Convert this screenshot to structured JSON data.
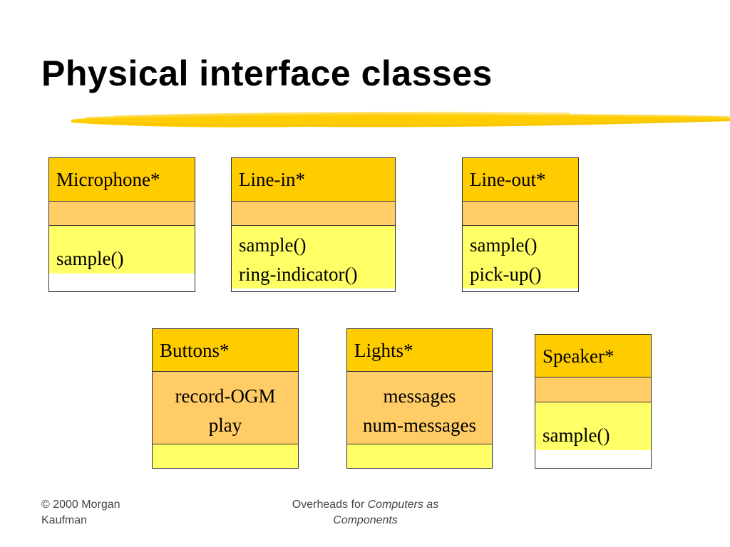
{
  "slide": {
    "title": "Physical interface classes"
  },
  "classes": {
    "microphone": {
      "name": "Microphone*",
      "ops": [
        "sample()"
      ]
    },
    "line_in": {
      "name": "Line-in*",
      "ops": [
        "sample()",
        "ring-indicator()"
      ]
    },
    "line_out": {
      "name": "Line-out*",
      "ops": [
        "sample()",
        "pick-up()"
      ]
    },
    "buttons": {
      "name": "Buttons*",
      "attrs": [
        "record-OGM",
        "play"
      ]
    },
    "lights": {
      "name": "Lights*",
      "attrs": [
        "messages",
        "num-messages"
      ]
    },
    "speaker": {
      "name": "Speaker*",
      "ops": [
        "sample()"
      ]
    }
  },
  "footer": {
    "copyright_line1": "© 2000 Morgan",
    "copyright_line2": "Kaufman",
    "overheads_prefix": "Overheads for ",
    "overheads_title_part1": "Computers as",
    "overheads_title_part2": "Components"
  },
  "colors": {
    "class_name_fill": "#ffcc00",
    "attributes_fill": "#ffcc66",
    "operations_fill": "#ffff66",
    "title_underline": "#ffcc00"
  }
}
